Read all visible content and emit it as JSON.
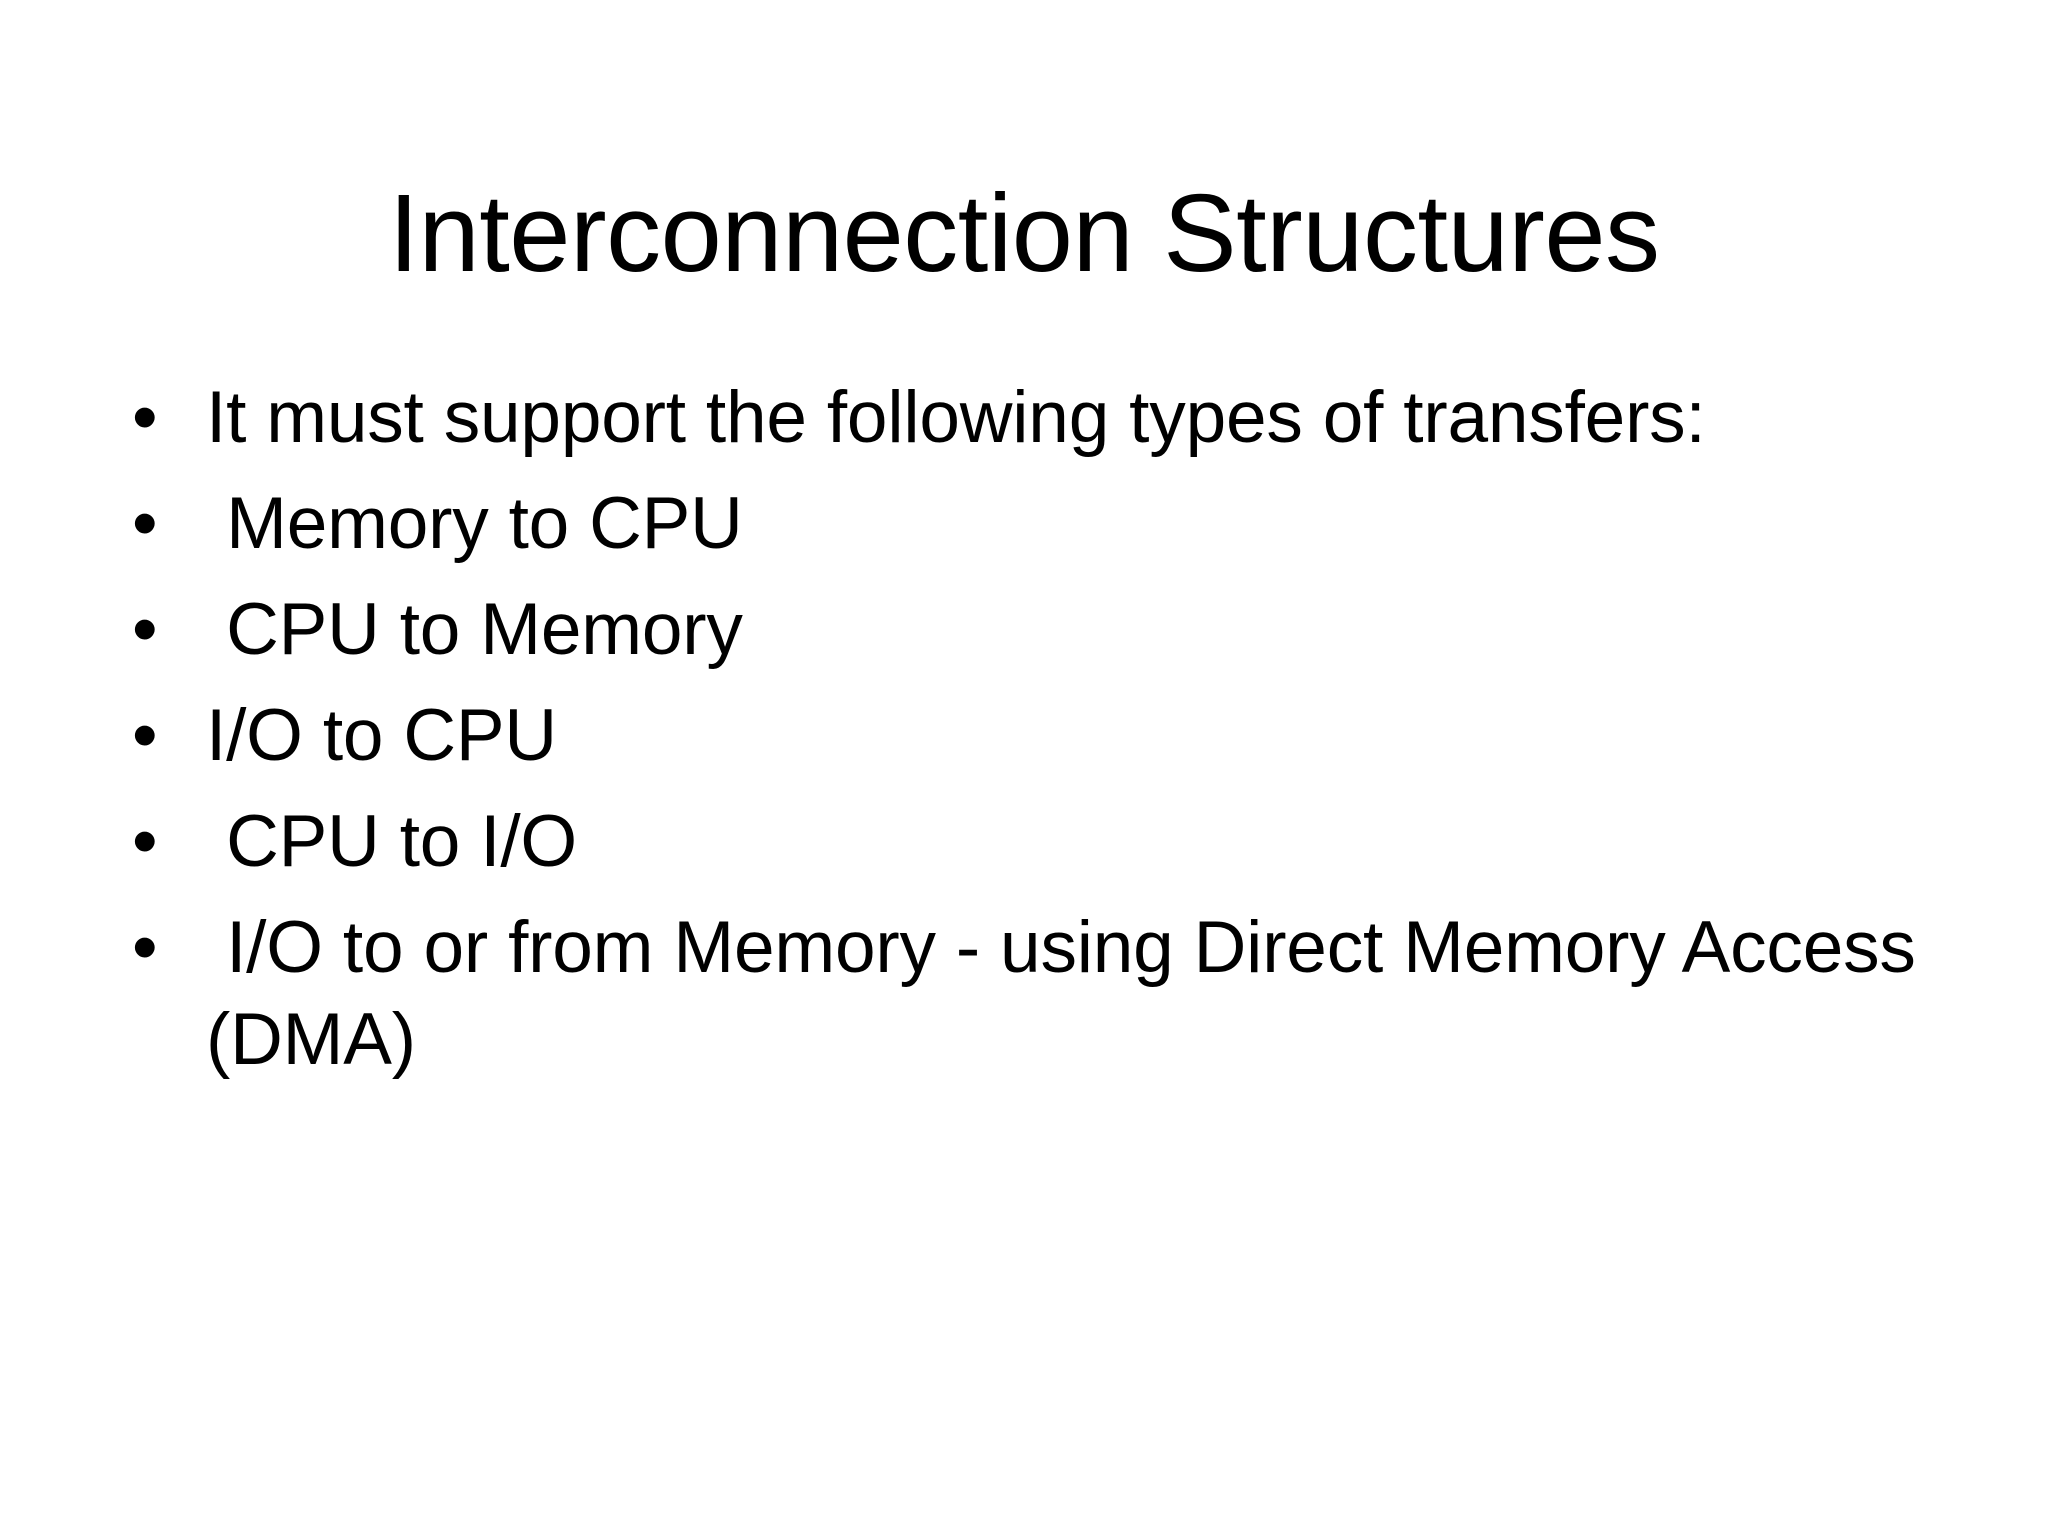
{
  "slide": {
    "title": "Interconnection Structures",
    "background_color": "#FFFFFF",
    "text_color": "#000000",
    "bullet_glyph": "•",
    "bullets": [
      {
        "marker": "•",
        "text": "It must support the following types of transfers:"
      },
      {
        "marker": "•",
        "text": " Memory to CPU"
      },
      {
        "marker": "•",
        "text": " CPU to Memory"
      },
      {
        "marker": "•",
        "text": "I/O to CPU"
      },
      {
        "marker": "•",
        "text": " CPU to I/O"
      },
      {
        "marker": "•",
        "text": " I/O to or from Memory - using Direct Memory Access (DMA)"
      }
    ]
  }
}
